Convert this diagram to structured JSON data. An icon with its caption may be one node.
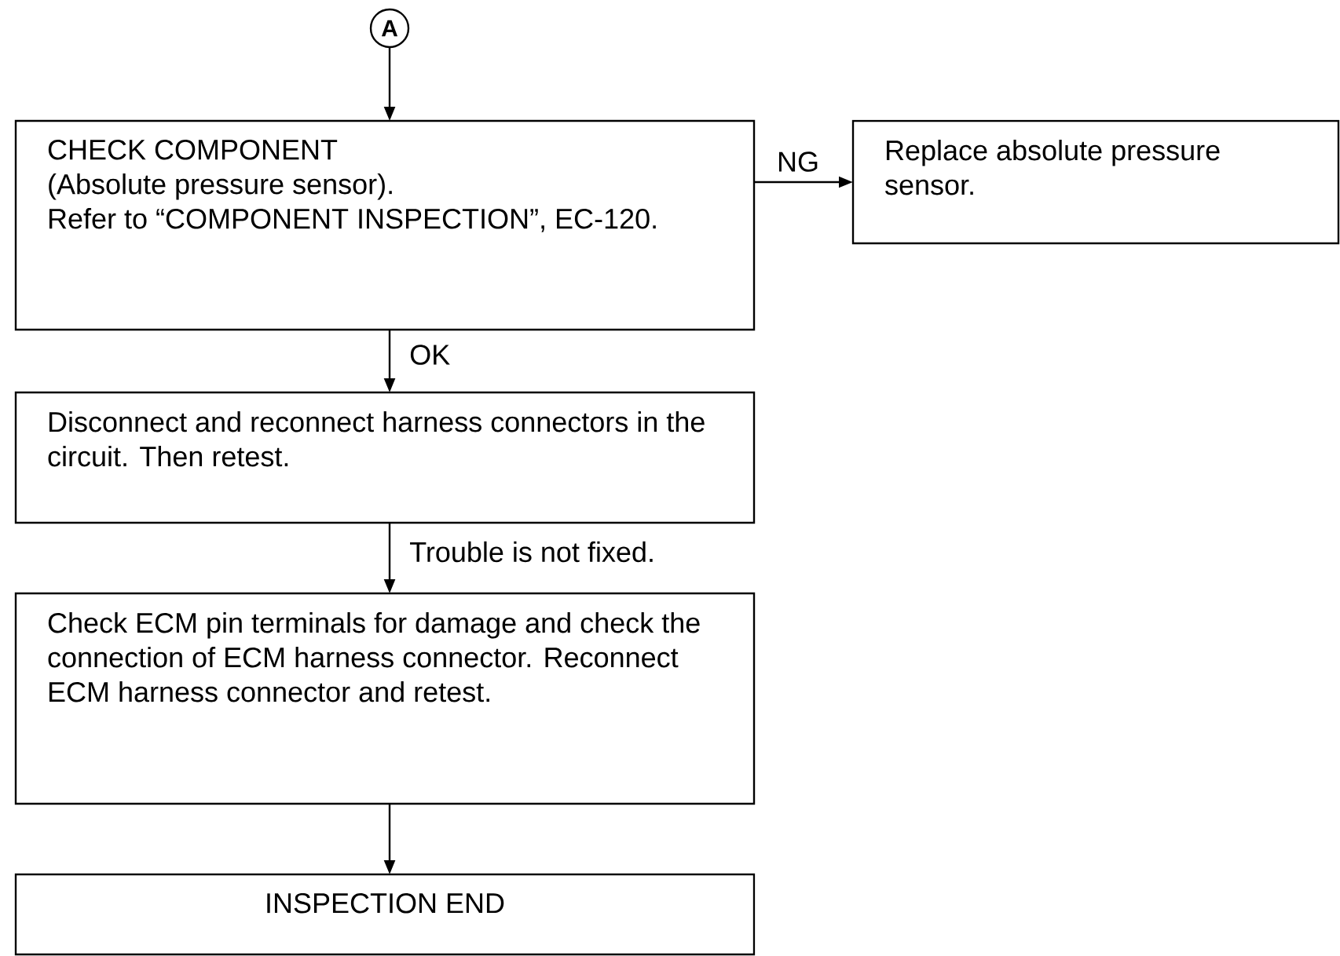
{
  "diagram": {
    "nodes": [
      {
        "text": [
          "A"
        ]
      },
      {
        "text": [
          "CHECK COMPONENT",
          "(Absolute pressure sensor).",
          "Refer to “COMPONENT INSPECTION”, EC-120."
        ]
      },
      {
        "text": [
          "Replace absolute pressure sensor."
        ]
      },
      {
        "text": [
          "Disconnect and reconnect harness connectors in the circuit. Then retest."
        ]
      },
      {
        "text": [
          "Check ECM pin terminals for damage and check the connection of ECM harness connector. Reconnect ECM harness connector and retest."
        ]
      },
      {
        "text": [
          "INSPECTION END"
        ]
      }
    ],
    "edges": [
      {
        "from": 0,
        "to": 1,
        "arrow": "to"
      },
      {
        "from": 1,
        "to": 2,
        "arrow": "to",
        "label": "NG"
      },
      {
        "from": 1,
        "to": 3,
        "arrow": "to",
        "label": "OK"
      },
      {
        "from": 3,
        "to": 4,
        "arrow": "to",
        "label": "Trouble is not fixed."
      },
      {
        "from": 4,
        "to": 5,
        "arrow": "to"
      }
    ]
  }
}
